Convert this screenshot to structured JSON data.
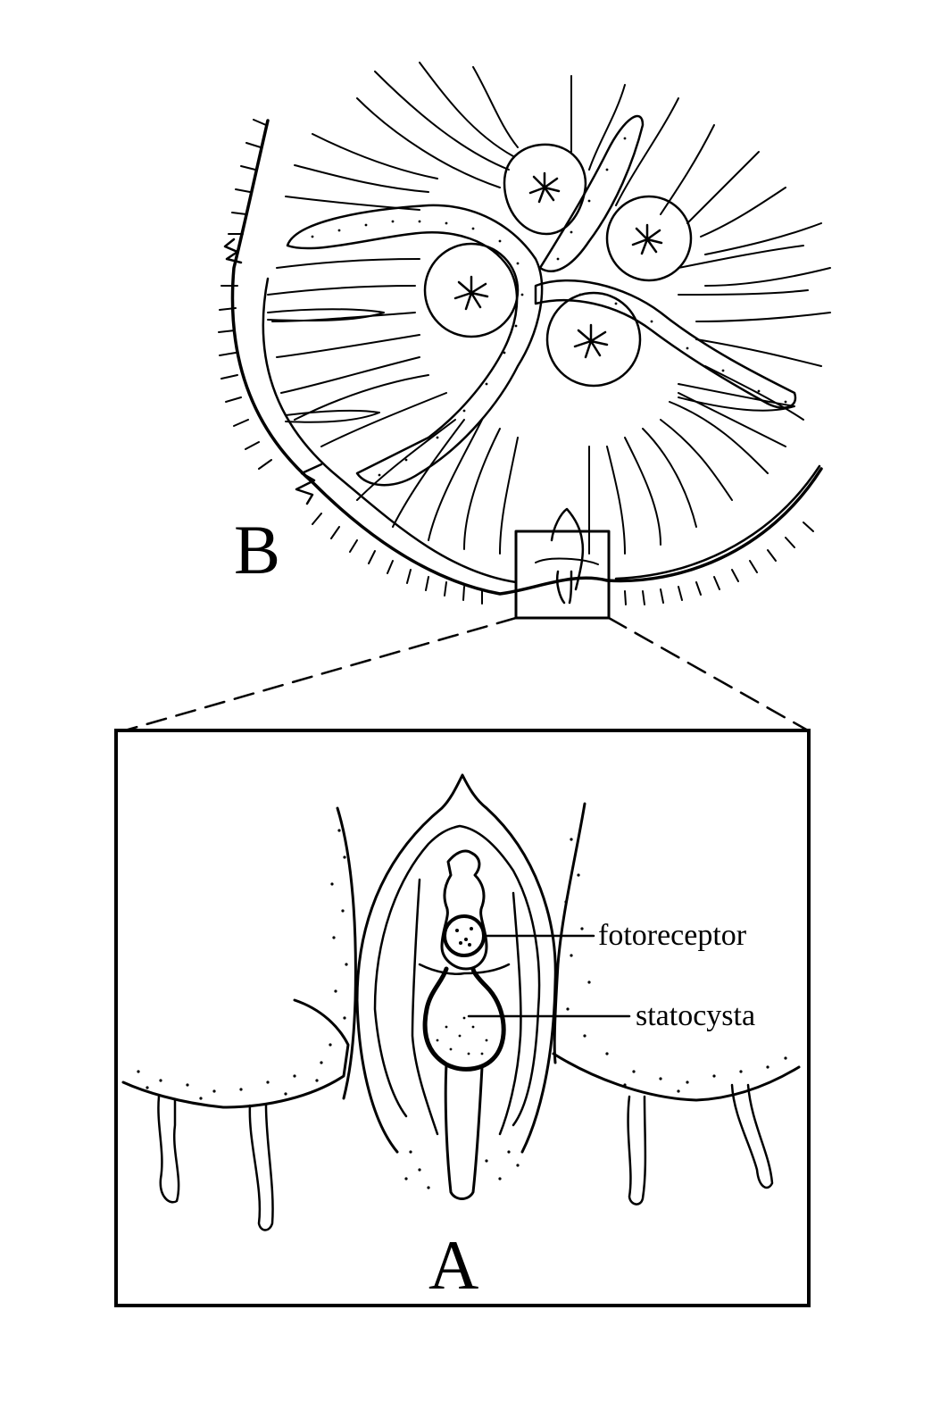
{
  "panels": {
    "b": {
      "letter": "B"
    },
    "a": {
      "letter": "A"
    }
  },
  "callouts": [
    {
      "id": "photoreceptor",
      "text": "fotoreceptor"
    },
    {
      "id": "statocyst",
      "text": "statocysta"
    }
  ],
  "colors": {
    "ink": "#000000",
    "background": "#ffffff"
  }
}
